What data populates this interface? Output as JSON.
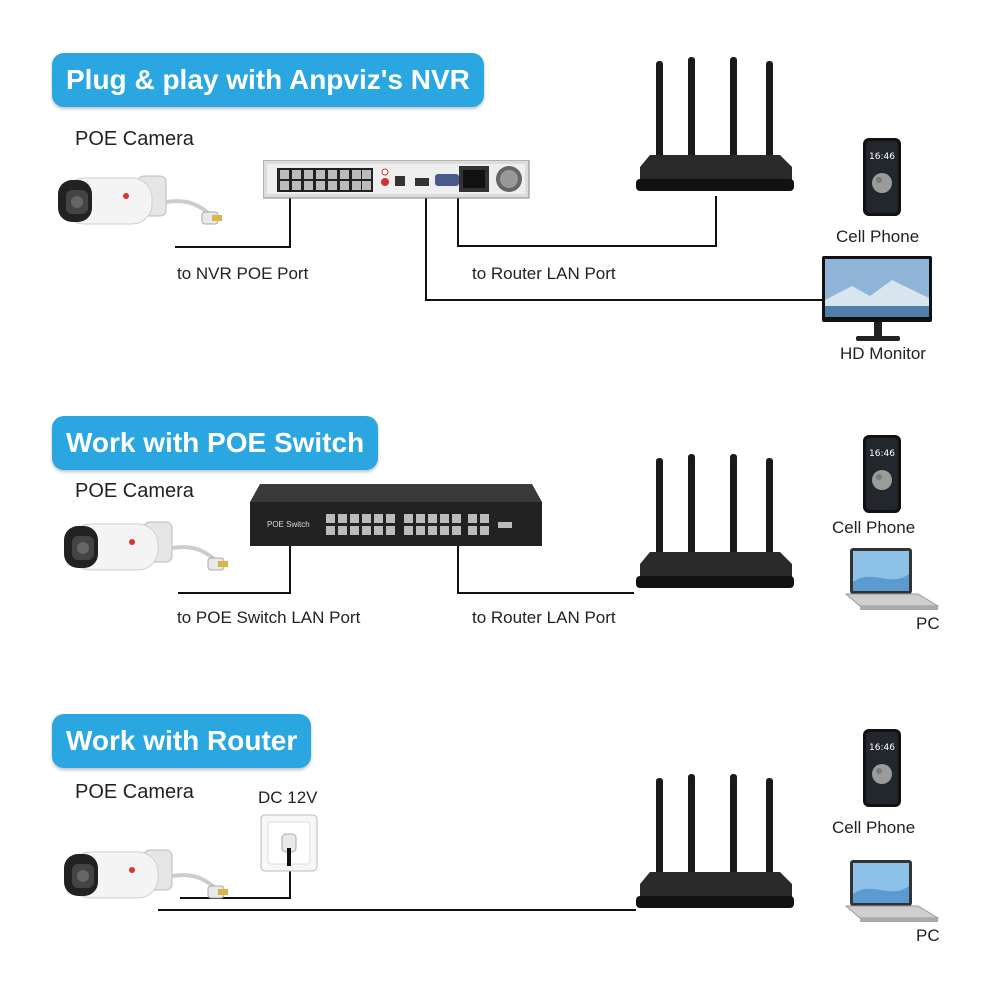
{
  "sections": [
    {
      "title": "Plug & play with Anpviz's NVR",
      "camera_label": "POE Camera",
      "labels": [
        "to NVR POE Port",
        "to Router LAN Port"
      ],
      "devices": [
        "Cell Phone",
        "HD Monitor"
      ]
    },
    {
      "title": "Work with POE Switch",
      "camera_label": "POE Camera",
      "switch_text": "POE Switch",
      "labels": [
        "to POE Switch LAN Port",
        "to Router LAN Port"
      ],
      "devices": [
        "Cell Phone",
        "PC"
      ]
    },
    {
      "title": "Work with Router",
      "camera_label": "POE Camera",
      "power_label": "DC 12V",
      "devices": [
        "Cell Phone",
        "PC"
      ]
    }
  ],
  "phone_time": "16:46",
  "colors": {
    "banner": "#2aa6e0",
    "wire": "#111111"
  }
}
